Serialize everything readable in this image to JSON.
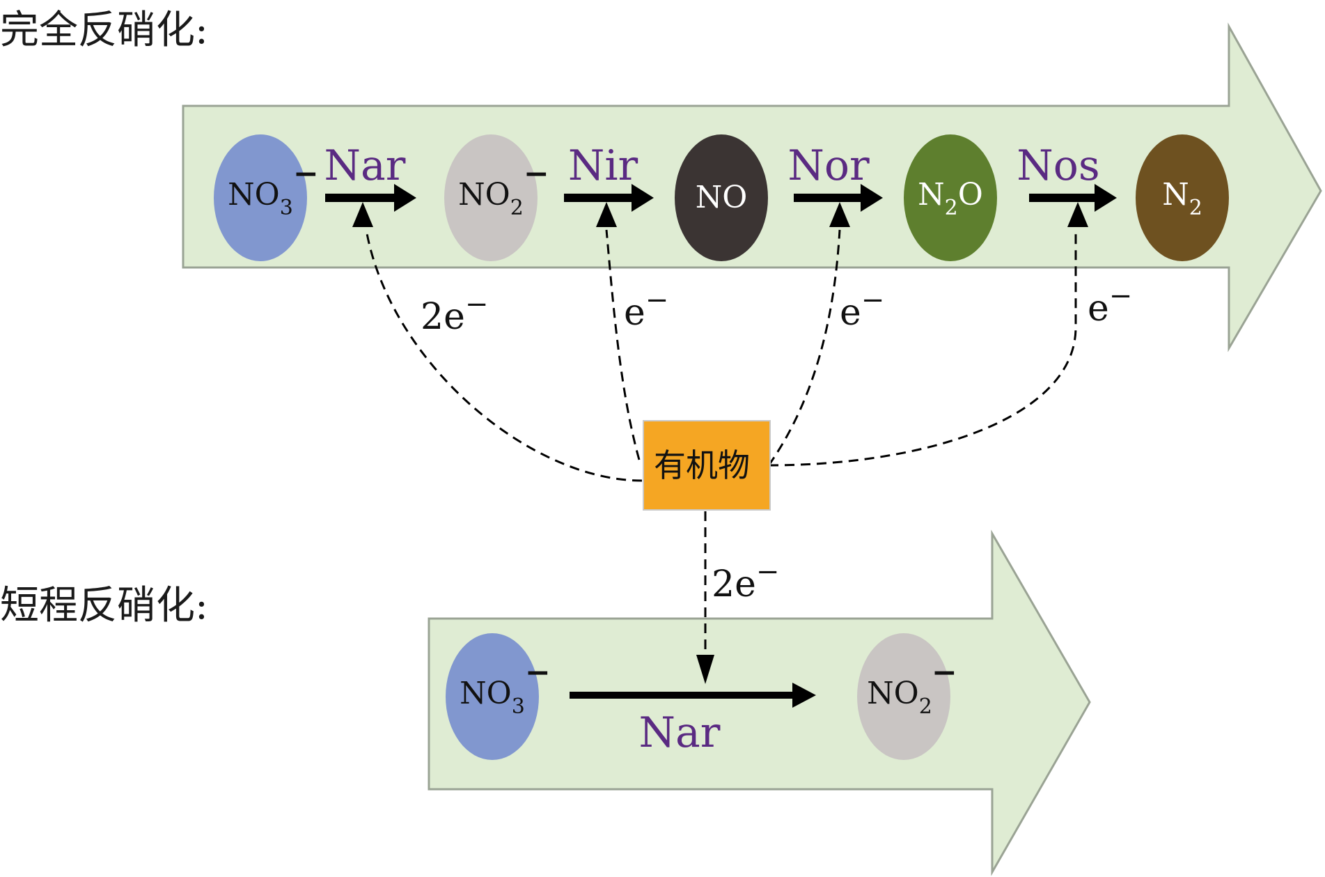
{
  "complete": {
    "title": "完全反硝化:",
    "molecules": [
      {
        "base": "NO",
        "sub": "3",
        "sup": "−",
        "fill": "#8197cf",
        "text_color": "#111111"
      },
      {
        "base": "NO",
        "sub": "2",
        "sup": "−",
        "fill": "#c9c5c3",
        "text_color": "#111111"
      },
      {
        "base": "NO",
        "sub": "",
        "sup": "",
        "fill": "#3b3433",
        "text_color": "#ffffff"
      },
      {
        "base": "N",
        "sub": "2",
        "tail": "O",
        "sup": "",
        "fill": "#5e7f2e",
        "text_color": "#ffffff"
      },
      {
        "base": "N",
        "sub": "2",
        "sup": "",
        "fill": "#6e5120",
        "text_color": "#ffffff"
      }
    ],
    "enzymes": [
      "Nar",
      "Nir",
      "Nor",
      "Nos"
    ],
    "electrons": [
      {
        "coef": "2",
        "label": "e",
        "sup": "−"
      },
      {
        "coef": "",
        "label": "e",
        "sup": "−"
      },
      {
        "coef": "",
        "label": "e",
        "sup": "−"
      },
      {
        "coef": "",
        "label": "e",
        "sup": "−"
      }
    ]
  },
  "organic": {
    "label": "有机物",
    "fill": "#f5a623"
  },
  "short": {
    "title": "短程反硝化:",
    "molecules": [
      {
        "base": "NO",
        "sub": "3",
        "sup": "−",
        "fill": "#8197cf",
        "text_color": "#111111"
      },
      {
        "base": "NO",
        "sub": "2",
        "sup": "−",
        "fill": "#c9c5c3",
        "text_color": "#111111"
      }
    ],
    "enzyme": "Nar",
    "electron": {
      "coef": "2",
      "label": "e",
      "sup": "−"
    }
  },
  "colors": {
    "arrow_fill": "#dfecd3",
    "arrow_stroke": "#9aa394",
    "enzyme_text": "#5a2a82"
  }
}
